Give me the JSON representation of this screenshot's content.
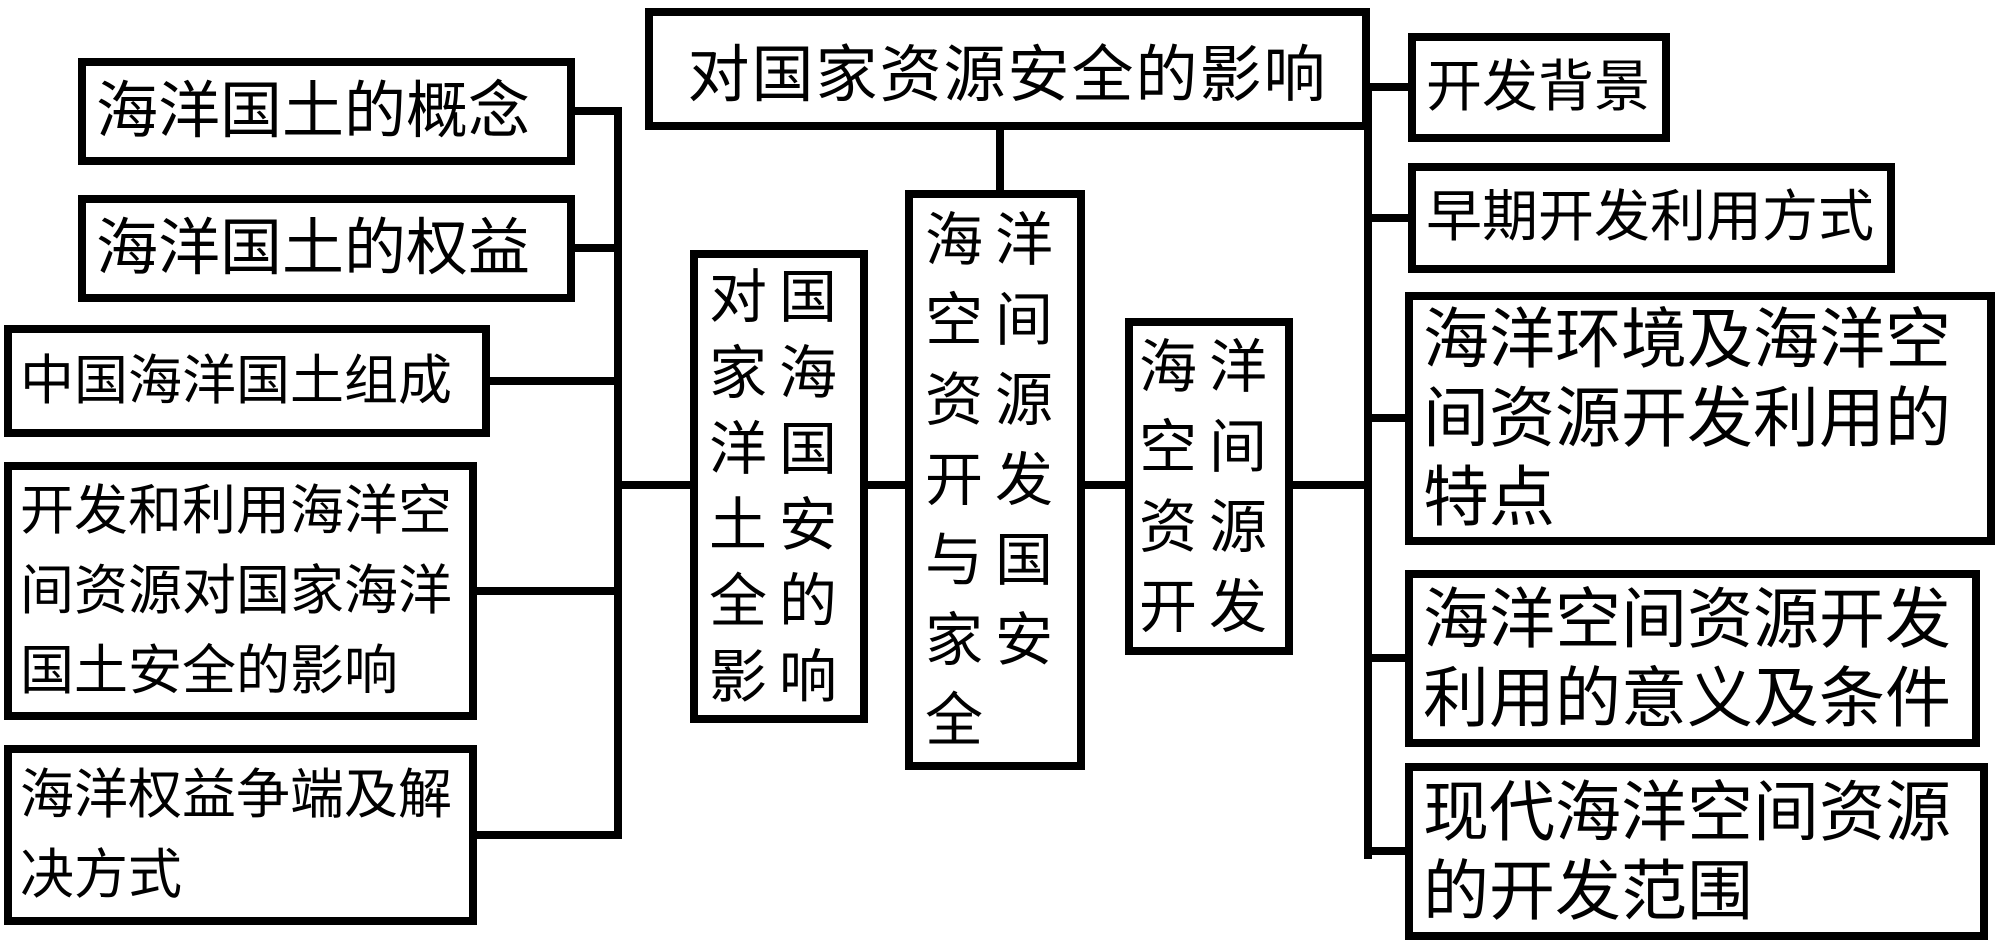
{
  "diagram": {
    "background": "#ffffff",
    "line_color": "#000000",
    "top_node": {
      "label": "对国家资源安全的影响"
    },
    "left_root": {
      "label": "对国家海洋国土安全的影响"
    },
    "center_root": {
      "label": "海洋空间资源开发与国家安全"
    },
    "right_root": {
      "label": "海洋空间资源开发"
    },
    "left_items": [
      {
        "label": "海洋国土的概念"
      },
      {
        "label": "海洋国土的权益"
      },
      {
        "label": "中国海洋国土组成"
      },
      {
        "label": "开发和利用海洋空间资源对国家海洋国土安全的影响"
      },
      {
        "label": "海洋权益争端及解决方式"
      }
    ],
    "right_items": [
      {
        "label": "开发背景"
      },
      {
        "label": "早期开发利用方式"
      },
      {
        "label": "海洋环境及海洋空间资源开发利用的特点"
      },
      {
        "label": "海洋空间资源开发利用的意义及条件"
      },
      {
        "label": "现代海洋空间资源的开发范围"
      }
    ]
  }
}
